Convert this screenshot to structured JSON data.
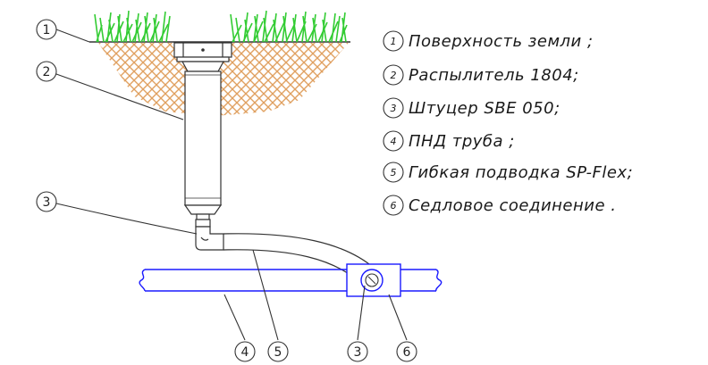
{
  "callouts": {
    "c1": "1",
    "c2": "2",
    "c3a": "3",
    "c4": "4",
    "c5": "5",
    "c3b": "3",
    "c6": "6"
  },
  "legend": [
    {
      "num": "1",
      "text": "Поверхность земли ;"
    },
    {
      "num": "2",
      "text": "Распылитель 1804;"
    },
    {
      "num": "3",
      "text": "Штуцер SBE 050;"
    },
    {
      "num": "4",
      "text": "ПНД труба ;"
    },
    {
      "num": "5",
      "text": "Гибкая подводка SP-Flex;"
    },
    {
      "num": "6",
      "text": "Седловое соединение ."
    }
  ],
  "colors": {
    "grass": "#33cc33",
    "soil": "#e0a060",
    "pipe": "#1a1aff",
    "lines": "#333333"
  }
}
